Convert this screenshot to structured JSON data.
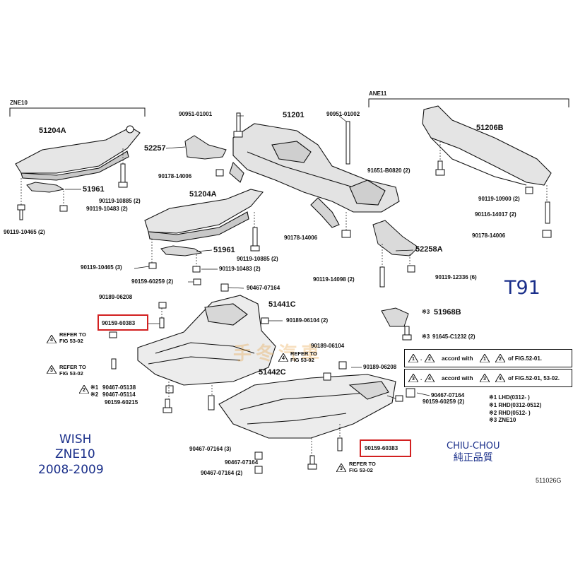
{
  "sections": {
    "left": "ZNE10",
    "right": "ANE11"
  },
  "title_code": "T91",
  "model": {
    "name": "WISH",
    "code": "ZNE10",
    "years": "2008-2009"
  },
  "brand": {
    "latin": "CHIU-CHOU",
    "chinese": "純正品質"
  },
  "watermark": "手冬汽車",
  "figure_id": "511026G",
  "parts": {
    "p51204A_top": "51204A",
    "p51961_top": "51961",
    "p90119_10465_top": "90119-10465 (2)",
    "p90119_10885_top": "90119-10885 (2)",
    "p90119_10483_top": "90119-10483 (2)",
    "p90951_01001": "90951-01001",
    "p52257": "52257",
    "p90178_14006_a": "90178-14006",
    "p51201": "51201",
    "p90951_01002": "90951-01002",
    "p51204A_mid": "51204A",
    "p51961_mid": "51961",
    "p90119_10885_mid": "90119-10885 (2)",
    "p90119_10465_mid": "90119-10465 (3)",
    "p90119_10483_mid": "90119-10483 (2)",
    "p90178_14006_b": "90178-14006",
    "p51206B": "51206B",
    "p91651_B0820": "91651-B0820 (2)",
    "p90119_10900": "90119-10900 (2)",
    "p90116_14017": "90116-14017 (2)",
    "p90178_14006_c": "90178-14006",
    "p52258A": "52258A",
    "p90119_14098": "90119-14098 (2)",
    "p90119_12336": "90119-12336 (6)",
    "p90159_60259_a": "90159-60259 (2)",
    "p90467_07164_a": "90467-07164",
    "p90189_06208_a": "90189-06208",
    "p51441C": "51441C",
    "p90159_60383_a": "90159-60383",
    "p90189_06104": "90189-06104 (2)",
    "p51968B": "51968B",
    "p91645_C1232": "91645-C1232 (2)",
    "p90189_06104_b": "90189-06104",
    "p90189_06208_b": "90189-06208",
    "p90467_05138": "90467-05138",
    "p90467_05114": "90467-05114",
    "p51442C": "51442C",
    "p90467_07164_b": "90467-07164",
    "p90159_60215": "90159-60215",
    "p90159_60259_b": "90159-60259 (2)",
    "p90467_07164_c": "90467-07164 (3)",
    "p90467_07164_d": "90467-07164",
    "p90467_07164_e": "90467-07164 (2)",
    "p90159_60383_b": "90159-60383"
  },
  "markers": {
    "m1": "※1",
    "m2": "※2",
    "m3": "※3"
  },
  "refers": {
    "r4_a": "REFER TO",
    "r4_a_fig": "FIG 53-02",
    "r4_a_num": "4",
    "r3_a": "REFER TO",
    "r3_a_fig": "FIG 53-02",
    "r3_a_num": "3",
    "r4_b": "REFER TO",
    "r4_b_fig": "FIG 53-02",
    "r4_b_num": "4",
    "r3_b": "REFER TO",
    "r3_b_fig": "FIG 53-02",
    "r3_b_num": "3",
    "r2_num": "2"
  },
  "legend": {
    "row1": {
      "a": "1",
      "b": "2",
      "text": "accord with",
      "c": "1",
      "d": "2",
      "tail": "of FIG.52-01."
    },
    "row2": {
      "a": "3",
      "b": "4",
      "text": "accord with",
      "c": "3",
      "d": "4",
      "tail": "of FIG.52-01, 53-02."
    }
  },
  "notes": [
    "※1  LHD(0312-   )",
    "※1  RHD(0312-0512)",
    "※2  RHD(0512-   )",
    "※3  ZNE10"
  ]
}
